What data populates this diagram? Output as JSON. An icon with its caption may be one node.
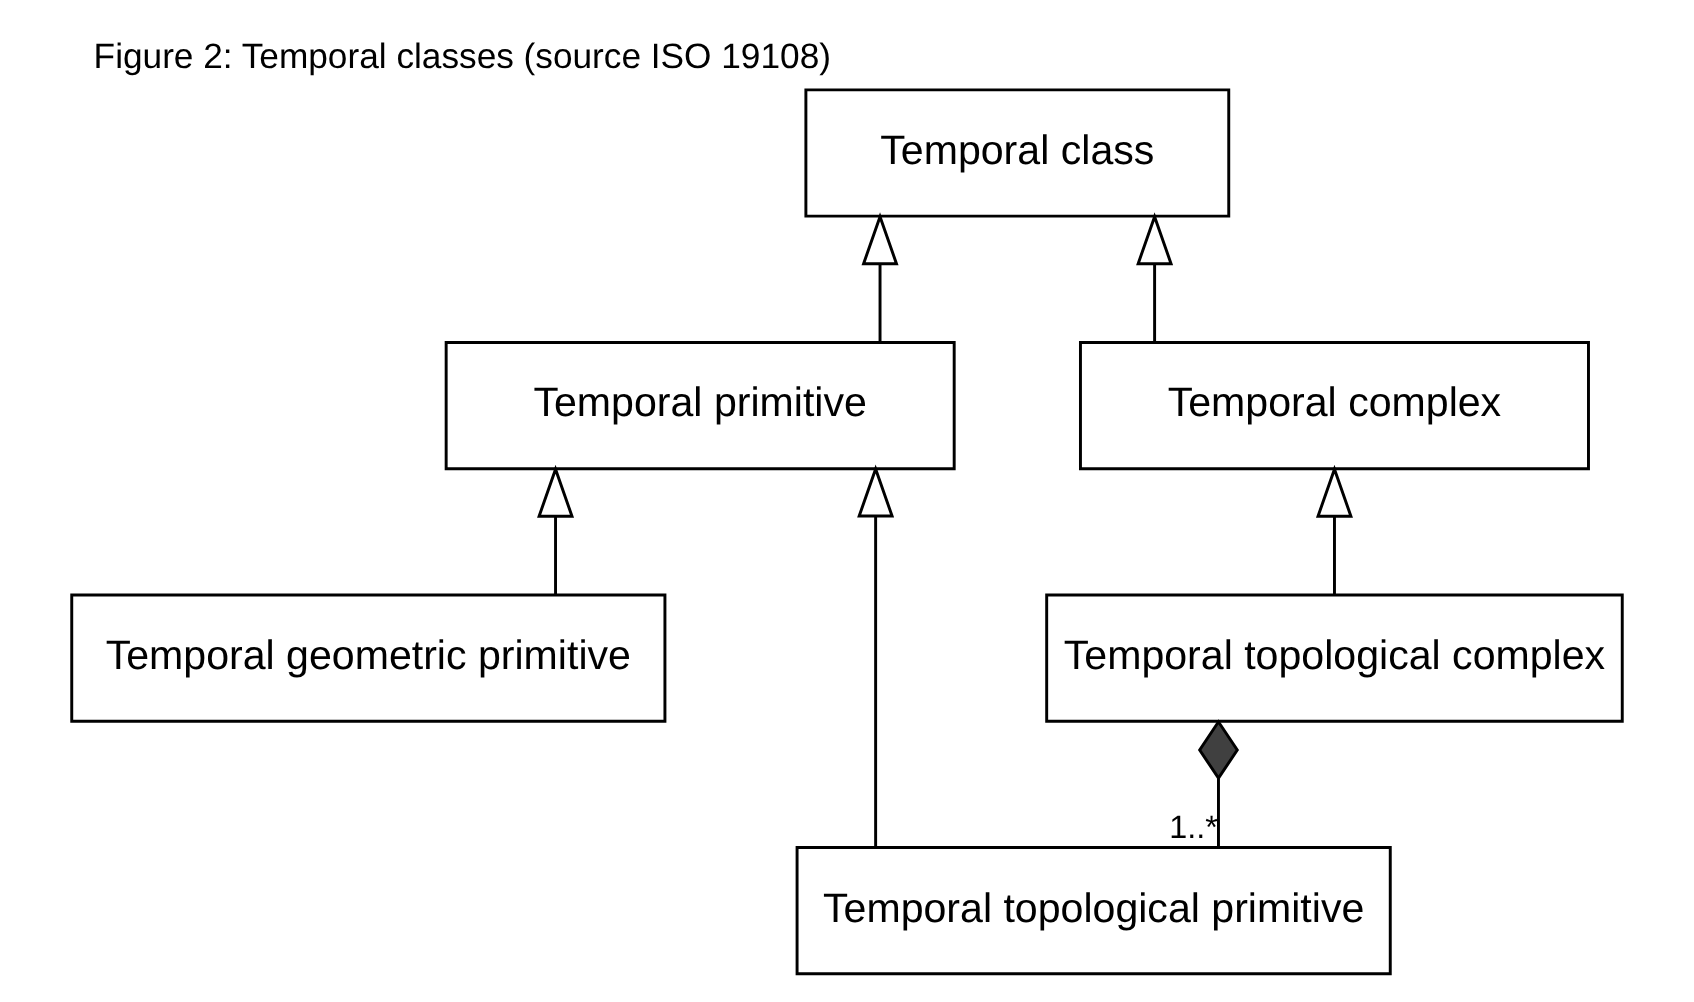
{
  "diagram": {
    "title": "Figure 2: Temporal classes (source ISO 19108)",
    "nodes": [
      {
        "text": [
          "Temporal class"
        ]
      },
      {
        "text": [
          "Temporal primitive"
        ]
      },
      {
        "text": [
          "Temporal complex"
        ]
      },
      {
        "text": [
          "Temporal topological complex"
        ]
      },
      {
        "text": [
          "Temporal geometric primitive"
        ]
      },
      {
        "text": [
          "Temporal topological primitive"
        ]
      }
    ],
    "edges": [
      {
        "from": 1,
        "to": 0,
        "arrow": "to"
      },
      {
        "from": 2,
        "to": 0,
        "arrow": "to"
      },
      {
        "from": 4,
        "to": 1,
        "arrow": "to"
      },
      {
        "from": 5,
        "to": 1,
        "arrow": "to"
      },
      {
        "from": 3,
        "to": 2,
        "arrow": "to"
      },
      {
        "from": 5,
        "to": 3,
        "arrow": "other",
        "label": "1..*"
      }
    ]
  }
}
